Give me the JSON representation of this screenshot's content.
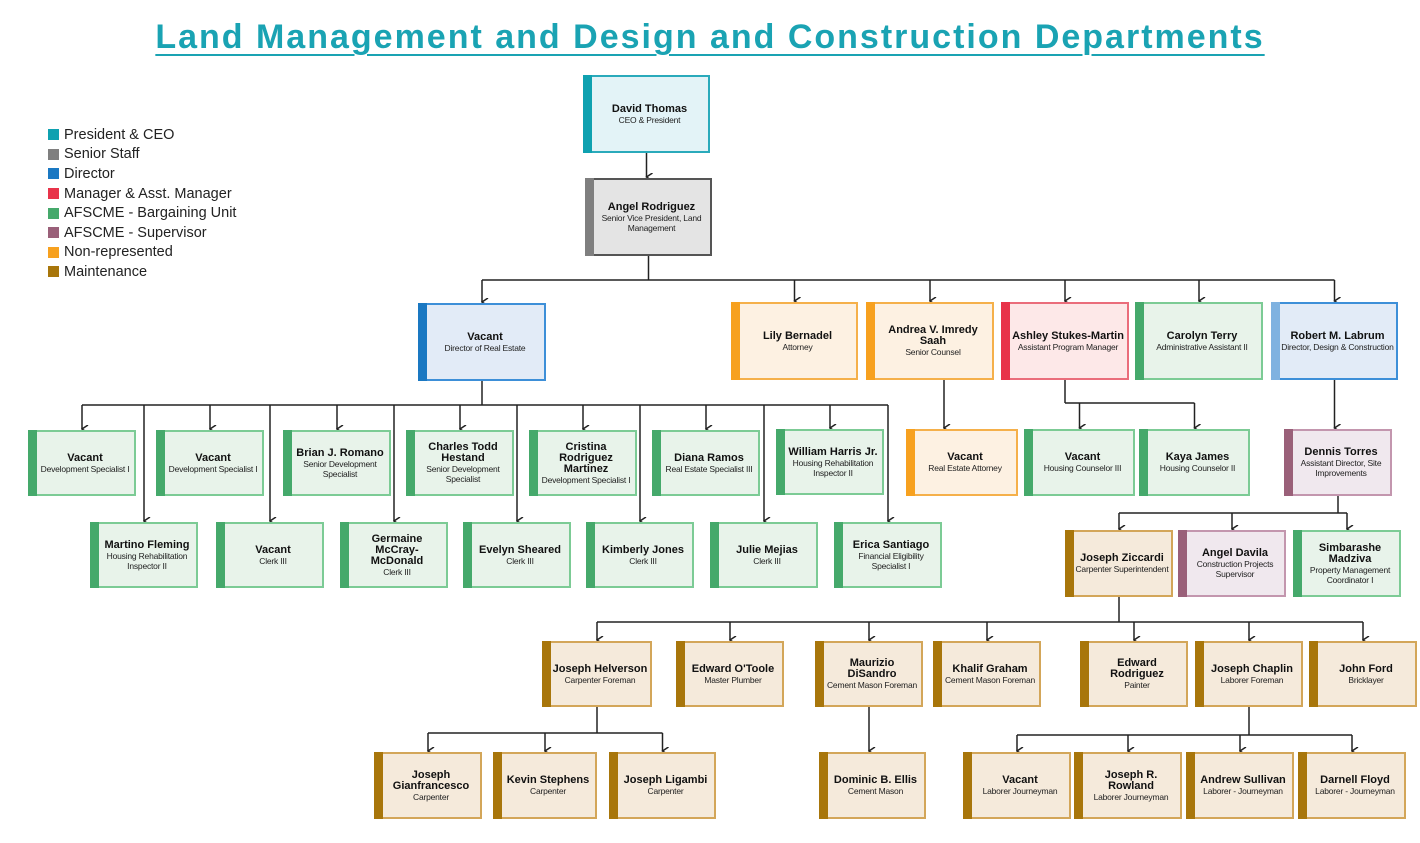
{
  "title": "Land Management and Design and Construction Departments",
  "legend": [
    {
      "label": "President & CEO",
      "category": "ceo"
    },
    {
      "label": "Senior Staff",
      "category": "senior"
    },
    {
      "label": "Director",
      "category": "director"
    },
    {
      "label": "Manager & Asst. Manager",
      "category": "manager"
    },
    {
      "label": "AFSCME - Bargaining Unit",
      "category": "afscme"
    },
    {
      "label": "AFSCME - Supervisor",
      "category": "supervisor"
    },
    {
      "label": "Non-represented",
      "category": "nonrep"
    },
    {
      "label": "Maintenance",
      "category": "maint"
    }
  ],
  "colors": {
    "ceo": {
      "bar": "#0fa1b0",
      "bg": "#e3f3f7",
      "border": "#2aaabb"
    },
    "senior": {
      "bar": "#7f7f7f",
      "bg": "#e4e4e4",
      "border": "#555555"
    },
    "director": {
      "bar": "#1a78c2",
      "bg": "#e2ebf7",
      "border": "#3d8fd8"
    },
    "director_light": {
      "bar": "#7fb2e0",
      "bg": "#e2ebf7",
      "border": "#3d8fd8"
    },
    "manager": {
      "bar": "#e8334a",
      "bg": "#fde8e8",
      "border": "#ea6d7b"
    },
    "afscme": {
      "bar": "#45a96b",
      "bg": "#e8f3ea",
      "border": "#7ccb95"
    },
    "supervisor": {
      "bar": "#9a6079",
      "bg": "#f0e8ee",
      "border": "#c396ae"
    },
    "nonrep": {
      "bar": "#f7a11f",
      "bg": "#fdf1e2",
      "border": "#f5b04a"
    },
    "maint": {
      "bar": "#a8760b",
      "bg": "#f5eadb",
      "border": "#d3a659"
    },
    "title": "#1aa3b3"
  },
  "nodes": [
    {
      "id": "ceo",
      "name": "David Thomas",
      "title": "CEO & President",
      "category": "ceo"
    },
    {
      "id": "svp",
      "name": "Angel Rodriguez",
      "title": "Senior Vice President, Land Management",
      "category": "senior",
      "parent": "ceo"
    },
    {
      "id": "dre",
      "name": "Vacant",
      "title": "Director of Real Estate",
      "category": "director",
      "parent": "svp"
    },
    {
      "id": "lily",
      "name": "Lily Bernadel",
      "title": "Attorney",
      "category": "nonrep",
      "parent": "svp"
    },
    {
      "id": "andrea",
      "name": "Andrea V. Imredy Saah",
      "title": "Senior Counsel",
      "category": "nonrep",
      "parent": "svp"
    },
    {
      "id": "ashley",
      "name": "Ashley Stukes-Martin",
      "title": "Assistant Program Manager",
      "category": "manager",
      "parent": "svp"
    },
    {
      "id": "carolyn",
      "name": "Carolyn Terry",
      "title": "Administrative Assistant II",
      "category": "afscme",
      "parent": "svp"
    },
    {
      "id": "robert",
      "name": "Robert M. Labrum",
      "title": "Director, Design & Construction",
      "category": "director_light",
      "parent": "svp"
    },
    {
      "id": "dev1a",
      "name": "Vacant",
      "title": "Development Specialist I",
      "category": "afscme",
      "parent": "dre"
    },
    {
      "id": "dev1b",
      "name": "Vacant",
      "title": "Development Specialist I",
      "category": "afscme",
      "parent": "dre"
    },
    {
      "id": "romano",
      "name": "Brian J. Romano",
      "title": "Senior Development Specialist",
      "category": "afscme",
      "parent": "dre"
    },
    {
      "id": "hestand",
      "name": "Charles Todd Hestand",
      "title": "Senior Development Specialist",
      "category": "afscme",
      "parent": "dre"
    },
    {
      "id": "cristina",
      "name": "Cristina Rodriguez Martinez",
      "title": "Development Specialist I",
      "category": "afscme",
      "parent": "dre"
    },
    {
      "id": "diana",
      "name": "Diana Ramos",
      "title": "Real Estate Specialist III",
      "category": "afscme",
      "parent": "dre"
    },
    {
      "id": "william",
      "name": "William Harris Jr.",
      "title": "Housing Rehabilitation Inspector II",
      "category": "afscme",
      "parent": "dre"
    },
    {
      "id": "martino",
      "name": "Martino Fleming",
      "title": "Housing Rehabilitation Inspector II",
      "category": "afscme",
      "parent": "dre"
    },
    {
      "id": "clerkv",
      "name": "Vacant",
      "title": "Clerk III",
      "category": "afscme",
      "parent": "dre"
    },
    {
      "id": "germaine",
      "name": "Germaine McCray-McDonald",
      "title": "Clerk III",
      "category": "afscme",
      "parent": "dre"
    },
    {
      "id": "evelyn",
      "name": "Evelyn Sheared",
      "title": "Clerk III",
      "category": "afscme",
      "parent": "dre"
    },
    {
      "id": "kimberly",
      "name": "Kimberly Jones",
      "title": "Clerk III",
      "category": "afscme",
      "parent": "dre"
    },
    {
      "id": "julie",
      "name": "Julie Mejias",
      "title": "Clerk III",
      "category": "afscme",
      "parent": "dre"
    },
    {
      "id": "erica",
      "name": "Erica Santiago",
      "title": "Financial Eligibility Specialist I",
      "category": "afscme",
      "parent": "dre"
    },
    {
      "id": "rea",
      "name": "Vacant",
      "title": "Real Estate Attorney",
      "category": "nonrep",
      "parent": "andrea"
    },
    {
      "id": "hc3",
      "name": "Vacant",
      "title": "Housing Counselor III",
      "category": "afscme",
      "parent": "ashley"
    },
    {
      "id": "kaya",
      "name": "Kaya James",
      "title": "Housing Counselor II",
      "category": "afscme",
      "parent": "ashley"
    },
    {
      "id": "dennis",
      "name": "Dennis Torres",
      "title": "Assistant Director, Site Improvements",
      "category": "supervisor",
      "parent": "robert"
    },
    {
      "id": "ziccardi",
      "name": "Joseph Ziccardi",
      "title": "Carpenter Superintendent",
      "category": "maint",
      "parent": "dennis"
    },
    {
      "id": "davila",
      "name": "Angel Davila",
      "title": "Construction Projects Supervisor",
      "category": "supervisor",
      "parent": "dennis"
    },
    {
      "id": "simba",
      "name": "Simbarashe Madziva",
      "title": "Property Management Coordinator I",
      "category": "afscme",
      "parent": "dennis"
    },
    {
      "id": "helverson",
      "name": "Joseph Helverson",
      "title": "Carpenter Foreman",
      "category": "maint",
      "parent": "ziccardi"
    },
    {
      "id": "otoole",
      "name": "Edward O'Toole",
      "title": "Master Plumber",
      "category": "maint",
      "parent": "ziccardi"
    },
    {
      "id": "maurizio",
      "name": "Maurizio DiSandro",
      "title": "Cement Mason Foreman",
      "category": "maint",
      "parent": "ziccardi"
    },
    {
      "id": "khalif",
      "name": "Khalif Graham",
      "title": "Cement Mason Foreman",
      "category": "maint",
      "parent": "ziccardi"
    },
    {
      "id": "edward",
      "name": "Edward Rodriguez",
      "title": "Painter",
      "category": "maint",
      "parent": "ziccardi"
    },
    {
      "id": "chaplin",
      "name": "Joseph Chaplin",
      "title": "Laborer Foreman",
      "category": "maint",
      "parent": "ziccardi"
    },
    {
      "id": "ford",
      "name": "John Ford",
      "title": "Bricklayer",
      "category": "maint",
      "parent": "ziccardi"
    },
    {
      "id": "gianf",
      "name": "Joseph Gianfrancesco",
      "title": "Carpenter",
      "category": "maint",
      "parent": "helverson"
    },
    {
      "id": "kevin",
      "name": "Kevin Stephens",
      "title": "Carpenter",
      "category": "maint",
      "parent": "helverson"
    },
    {
      "id": "ligambi",
      "name": "Joseph Ligambi",
      "title": "Carpenter",
      "category": "maint",
      "parent": "helverson"
    },
    {
      "id": "dominic",
      "name": "Dominic B. Ellis",
      "title": "Cement Mason",
      "category": "maint",
      "parent": "maurizio"
    },
    {
      "id": "lj1",
      "name": "Vacant",
      "title": "Laborer Journeyman",
      "category": "maint",
      "parent": "chaplin"
    },
    {
      "id": "rowland",
      "name": "Joseph R. Rowland",
      "title": "Laborer Journeyman",
      "category": "maint",
      "parent": "chaplin"
    },
    {
      "id": "sullivan",
      "name": "Andrew Sullivan",
      "title": "Laborer - Journeyman",
      "category": "maint",
      "parent": "chaplin"
    },
    {
      "id": "floyd",
      "name": "Darnell Floyd",
      "title": "Laborer - Journeyman",
      "category": "maint",
      "parent": "chaplin"
    }
  ]
}
